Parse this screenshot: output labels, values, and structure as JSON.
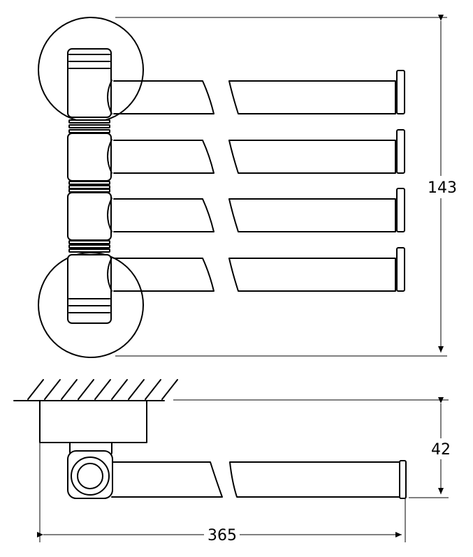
{
  "dimensions": {
    "height_top": "143",
    "depth_side": "42",
    "length_bottom": "365"
  },
  "colors": {
    "line": "#000000",
    "background": "#ffffff"
  }
}
